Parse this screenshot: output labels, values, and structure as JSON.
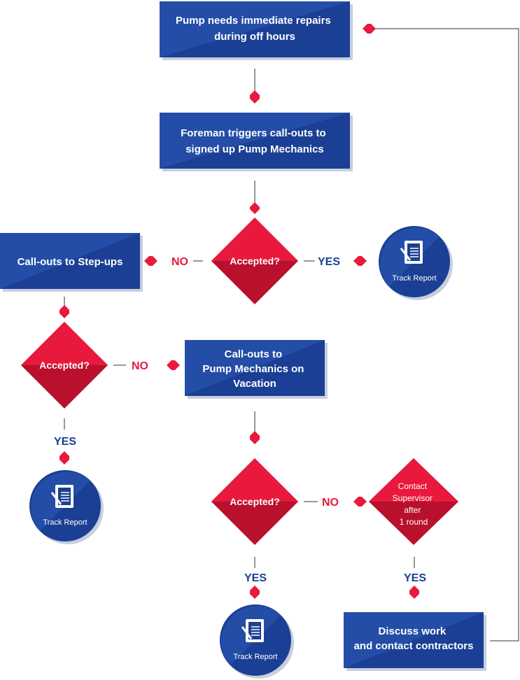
{
  "colors": {
    "box": "#1b3f94",
    "box_light": "#2a56b3",
    "diamond": "#e8193c",
    "diamond_dark": "#b8102d",
    "connector": "#333333",
    "no_label": "#e8193c",
    "yes_label": "#1b3f94"
  },
  "boxes": {
    "start": [
      "Pump needs immediate repairs",
      "during off hours"
    ],
    "foreman": [
      "Foreman triggers call-outs to",
      "signed up Pump Mechanics"
    ],
    "stepups": [
      "Call-outs to Step-ups"
    ],
    "vacation": [
      "Call-outs to",
      "Pump Mechanics on",
      "Vacation"
    ],
    "discuss": [
      "Discuss work",
      "and contact contractors"
    ]
  },
  "decisions": {
    "d1": "Accepted?",
    "d2": "Accepted?",
    "d3": "Accepted?",
    "supervisor": [
      "Contact",
      "Supervisor",
      "after",
      "1 round"
    ]
  },
  "labels": {
    "no1": "NO",
    "yes1": "YES",
    "no2": "NO",
    "yes2": "YES",
    "no3": "NO",
    "yes3": "YES",
    "yes4": "YES"
  },
  "reports": {
    "r1": "Track Report",
    "r2": "Track Report",
    "r3": "Track Report",
    "icon": "report-document-icon"
  }
}
